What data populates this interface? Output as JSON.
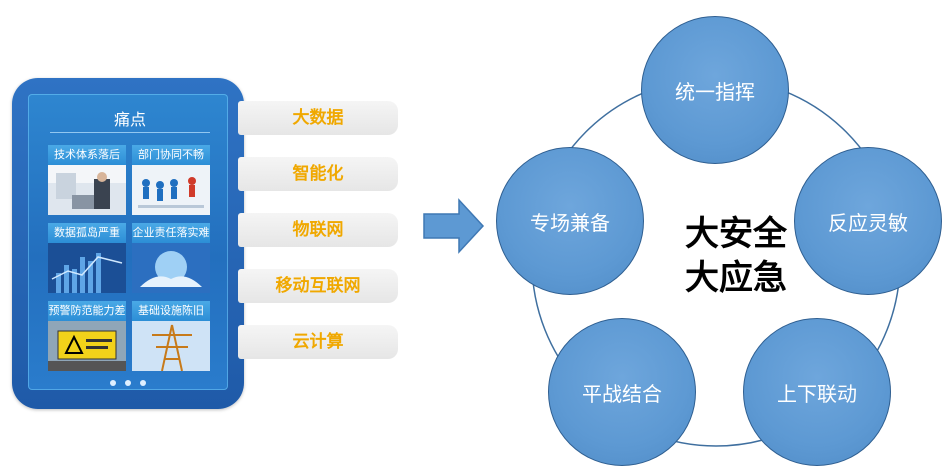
{
  "pain_panel": {
    "title": "痛点",
    "tiles": [
      {
        "label": "技术体系落后"
      },
      {
        "label": "部门协同不畅"
      },
      {
        "label": "数据孤岛严重"
      },
      {
        "label": "企业责任落实难"
      },
      {
        "label": "预警防范能力差"
      },
      {
        "label": "基础设施陈旧"
      }
    ]
  },
  "technologies": [
    "大数据",
    "智能化",
    "物联网",
    "移动互联网",
    "云计算"
  ],
  "center": {
    "line1": "大安全",
    "line2": "大应急"
  },
  "nodes": [
    "统一指挥",
    "反应灵敏",
    "上下联动",
    "平战结合",
    "专场兼备"
  ],
  "colors": {
    "node_fill": "#5d99d3",
    "tech_text": "#f0a800",
    "panel_blue": "#2f73c4"
  }
}
